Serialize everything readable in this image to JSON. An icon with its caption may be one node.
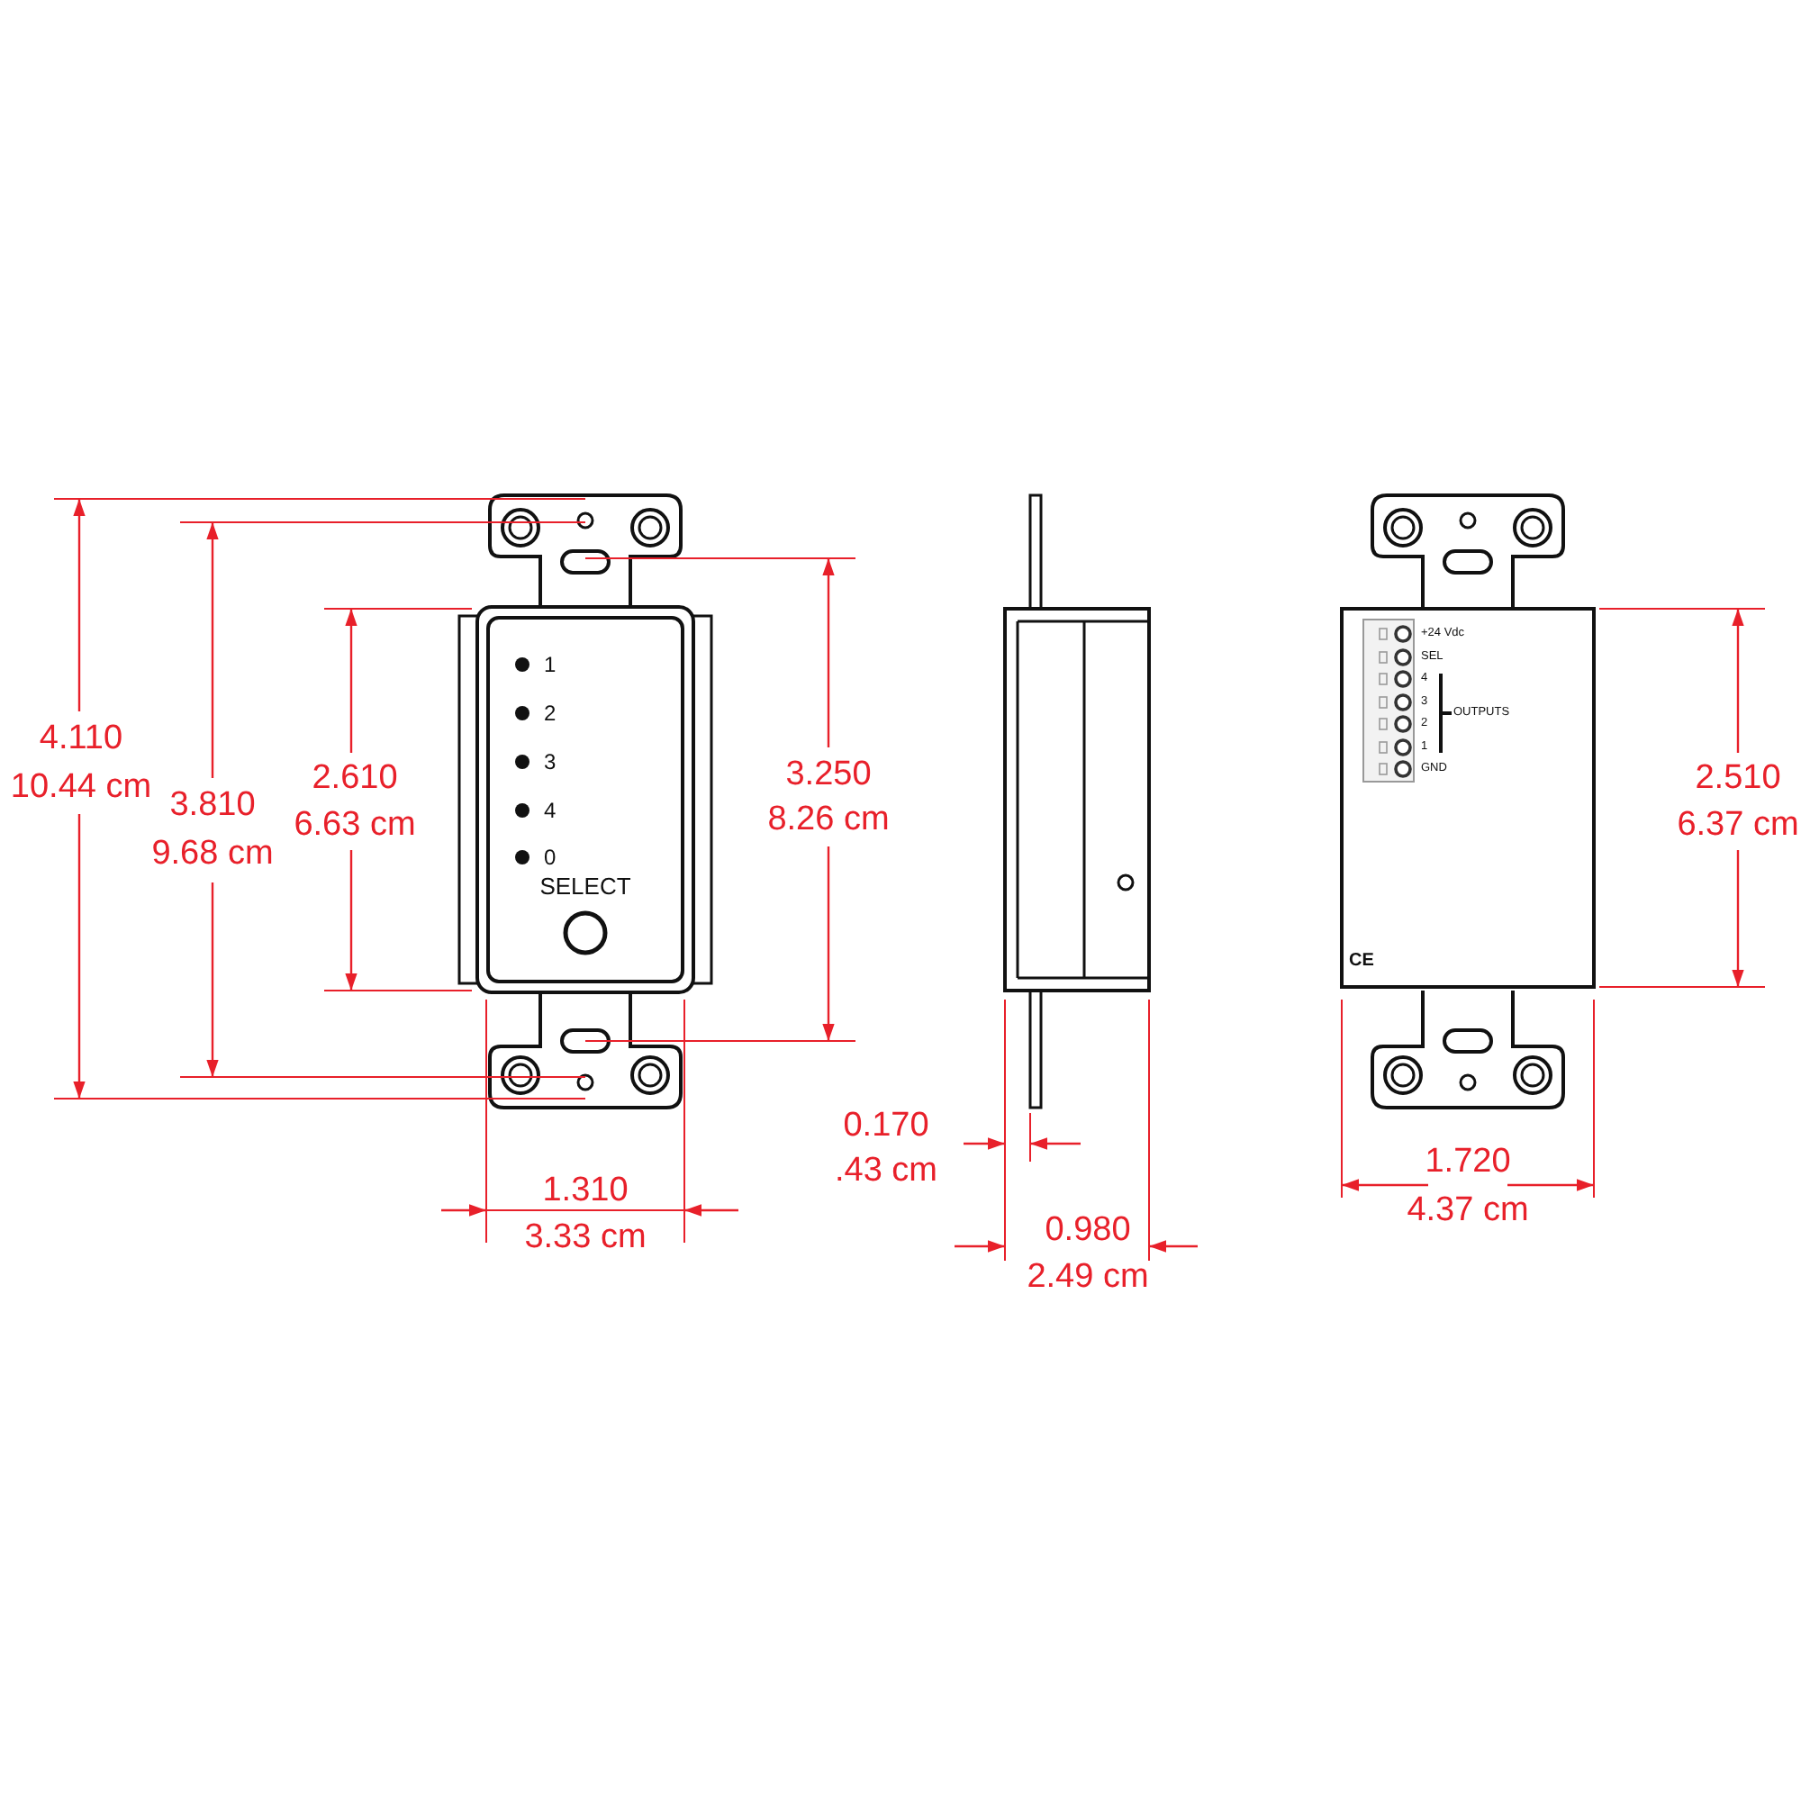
{
  "diagram": {
    "labels": [
      "4.110",
      "10.44 cm",
      "3.810",
      "9.68 cm",
      "2.610",
      "6.63 cm",
      "1",
      "2",
      "3",
      "4",
      "0",
      "SELECT",
      "3.250",
      "8.26 cm",
      "+24 Vdc",
      "SEL",
      "4",
      "3",
      "2",
      "1",
      "OUTPUTS",
      "GND",
      "2.510",
      "6.37 cm",
      "CE",
      "0.170",
      ".43 cm",
      "1.310",
      "3.33 cm",
      "0.980",
      "2.49 cm",
      "1.720",
      "4.37 cm"
    ]
  }
}
